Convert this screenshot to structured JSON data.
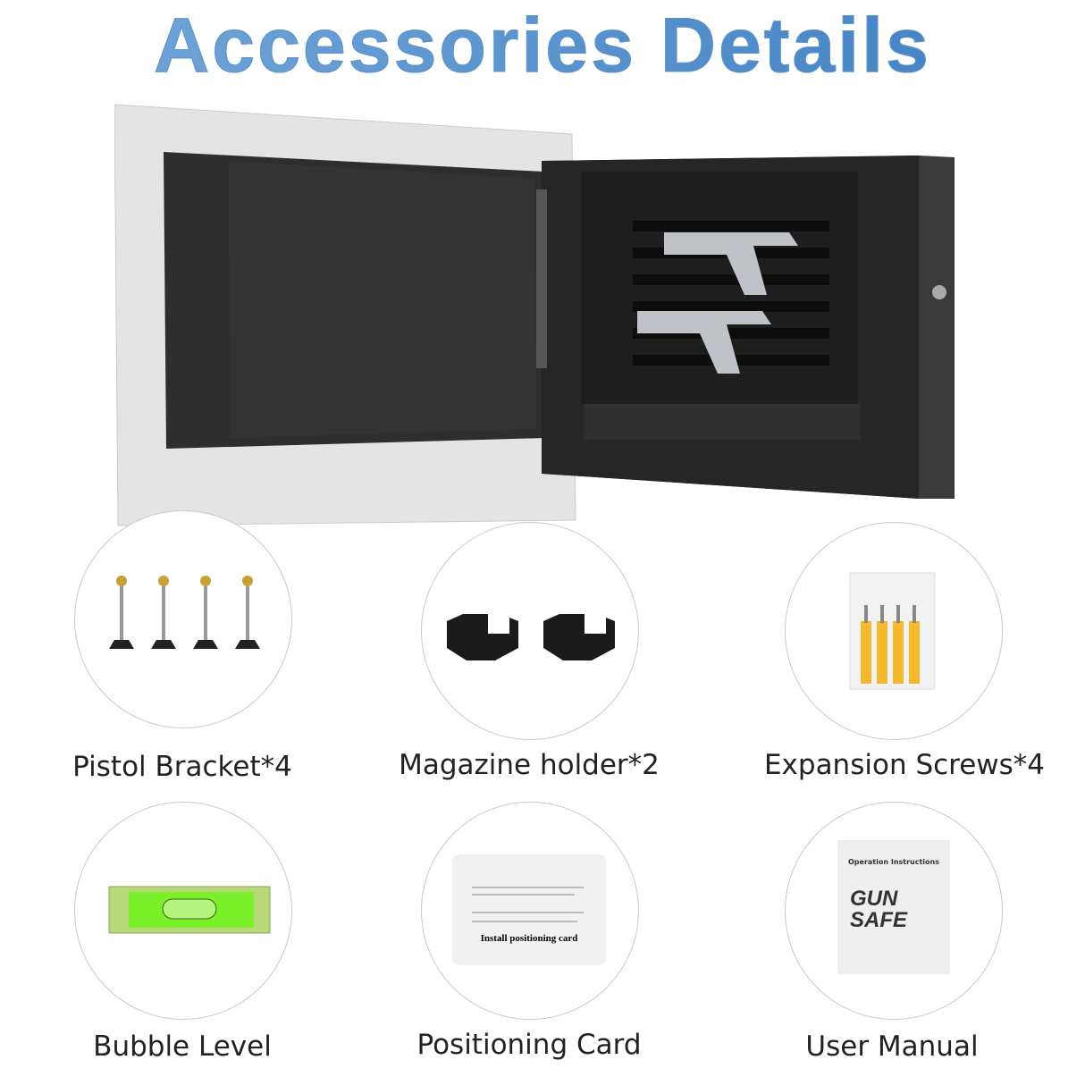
{
  "title": "Accessories Details",
  "colors": {
    "title_start": "#76a8d9",
    "title_end": "#3f7fc2",
    "safe_body": "#2b2b2b",
    "frame": "#e2e2e2"
  },
  "accessories": [
    {
      "label": "Pistol Bracket*4",
      "icon": "pistol-bracket"
    },
    {
      "label": "Magazine holder*2",
      "icon": "magazine-holder"
    },
    {
      "label": "Expansion Screws*4",
      "icon": "expansion-screws"
    },
    {
      "label": "Bubble Level",
      "icon": "bubble-level"
    },
    {
      "label": "Positioning Card",
      "icon": "positioning-card",
      "card_text": "Install positioning card"
    },
    {
      "label": "User Manual",
      "icon": "user-manual",
      "manual_heading": "Operation Instructions",
      "manual_logo": "GUN SAFE"
    }
  ]
}
